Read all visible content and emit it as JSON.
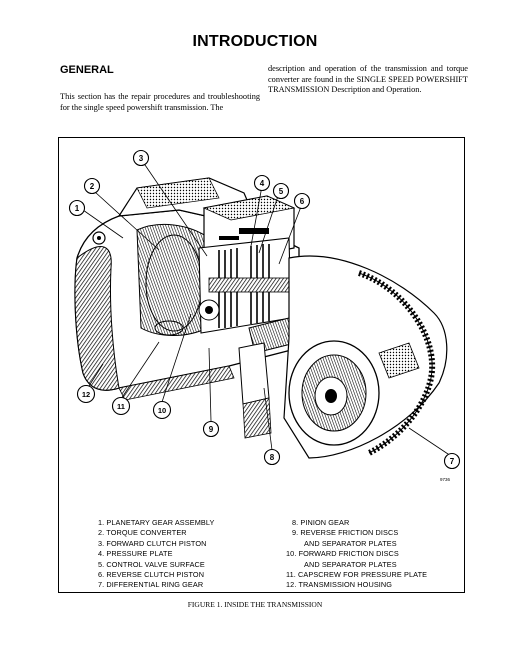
{
  "page_title": "INTRODUCTION",
  "section": {
    "heading": "GENERAL",
    "left_text": "This section has the repair procedures and troubleshooting for the single speed powershift transmission. The",
    "right_text": "description and operation of the transmission and torque converter are found in the SINGLE SPEED POWERSHIFT TRANSMISSION Description and Operation."
  },
  "figure": {
    "callouts": [
      "1",
      "2",
      "3",
      "4",
      "5",
      "6",
      "7",
      "8",
      "9",
      "10",
      "11",
      "12"
    ],
    "code": "9736",
    "legend_left": [
      "1. PLANETARY GEAR ASSEMBLY",
      "2. TORQUE CONVERTER",
      "3. FORWARD CLUTCH PISTON",
      "4. PRESSURE PLATE",
      "5. CONTROL VALVE SURFACE",
      "6. REVERSE CLUTCH PISTON",
      "7. DIFFERENTIAL RING GEAR"
    ],
    "legend_right": [
      "8. PINION GEAR",
      "9. REVERSE FRICTION DISCS",
      "AND SEPARATOR PLATES",
      "10. FORWARD FRICTION DISCS",
      "AND SEPARATOR PLATES",
      "11. CAPSCREW FOR PRESSURE PLATE",
      "12. TRANSMISSION HOUSING"
    ],
    "caption": "FIGURE 1. INSIDE THE TRANSMISSION"
  }
}
